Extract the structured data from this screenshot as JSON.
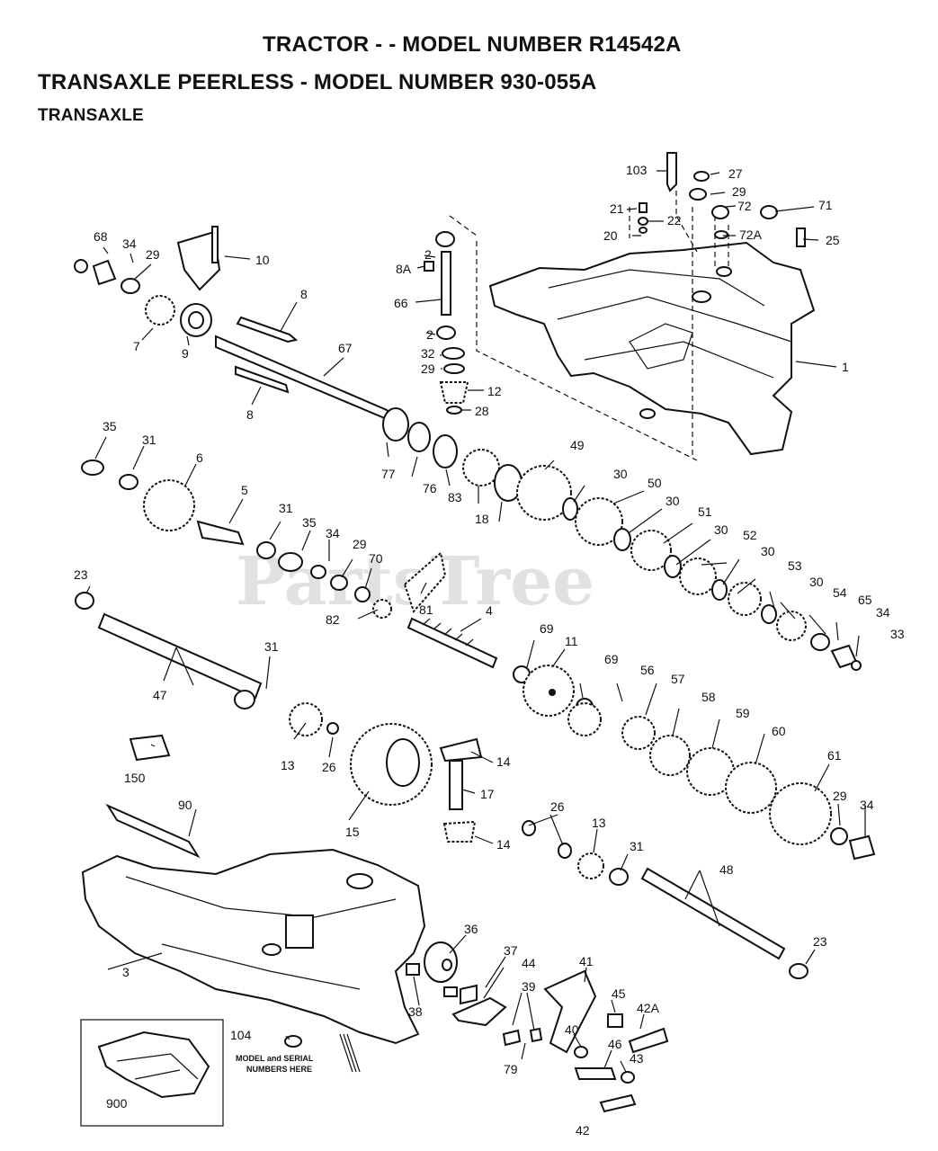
{
  "header": {
    "title_line1": "TRACTOR - - MODEL NUMBER R14542A",
    "title_line2": "TRANSAXLE PEERLESS - MODEL NUMBER 930-055A",
    "section": "TRANSAXLE"
  },
  "watermark": "PartsTree",
  "note": {
    "line1": "MODEL and SERIAL",
    "line2": "NUMBERS HERE"
  },
  "colors": {
    "ink": "#111111",
    "paper": "#ffffff",
    "watermark": "#d8d8d8"
  },
  "labels": {
    "p103": "103",
    "p27": "27",
    "p29a": "29",
    "p21": "21",
    "p22": "22",
    "p72": "72",
    "p71": "71",
    "p20": "20",
    "p72a": "72A",
    "p25": "25",
    "p1": "1",
    "p2a": "2",
    "p8a": "8A",
    "p66": "66",
    "p2b": "2",
    "p32": "32",
    "p29b": "29",
    "p12": "12",
    "p28": "28",
    "p68": "68",
    "p34a": "34",
    "p29c": "29",
    "p10": "10",
    "p7": "7",
    "p9": "9",
    "p8top": "8",
    "p67": "67",
    "p8bot": "8",
    "p35a": "35",
    "p31a": "31",
    "p6": "6",
    "p5": "5",
    "p31b": "31",
    "p35b": "35",
    "p34b": "34",
    "p29d": "29",
    "p70": "70",
    "p77": "77",
    "p76": "76",
    "p83": "83",
    "p18": "18",
    "p49": "49",
    "p30a": "30",
    "p50": "50",
    "p30b": "30",
    "p51": "51",
    "p30c": "30",
    "p52": "52",
    "p30d": "30",
    "p53": "53",
    "p30e": "30",
    "p54": "54",
    "p65": "65",
    "p34c": "34",
    "p33": "33",
    "p23a": "23",
    "p82": "82",
    "p81": "81",
    "p4": "4",
    "p69a": "69",
    "p11": "11",
    "p69b": "69",
    "p56": "56",
    "p57": "57",
    "p58": "58",
    "p59": "59",
    "p60": "60",
    "p61": "61",
    "p47": "47",
    "p31c": "31",
    "p13a": "13",
    "p26a": "26",
    "p15": "15",
    "p14a": "14",
    "p17": "17",
    "p14b": "14",
    "p150": "150",
    "p90": "90",
    "p26b": "26",
    "p13b": "13",
    "p31d": "31",
    "p48": "48",
    "p29e": "29",
    "p34d": "34",
    "p23b": "23",
    "p3": "3",
    "p36": "36",
    "p37": "37",
    "p44": "44",
    "p39": "39",
    "p41": "41",
    "p45": "45",
    "p42a": "42A",
    "p38": "38",
    "p40": "40",
    "p46": "46",
    "p43": "43",
    "p79": "79",
    "p42": "42",
    "p104": "104",
    "p900": "900"
  }
}
